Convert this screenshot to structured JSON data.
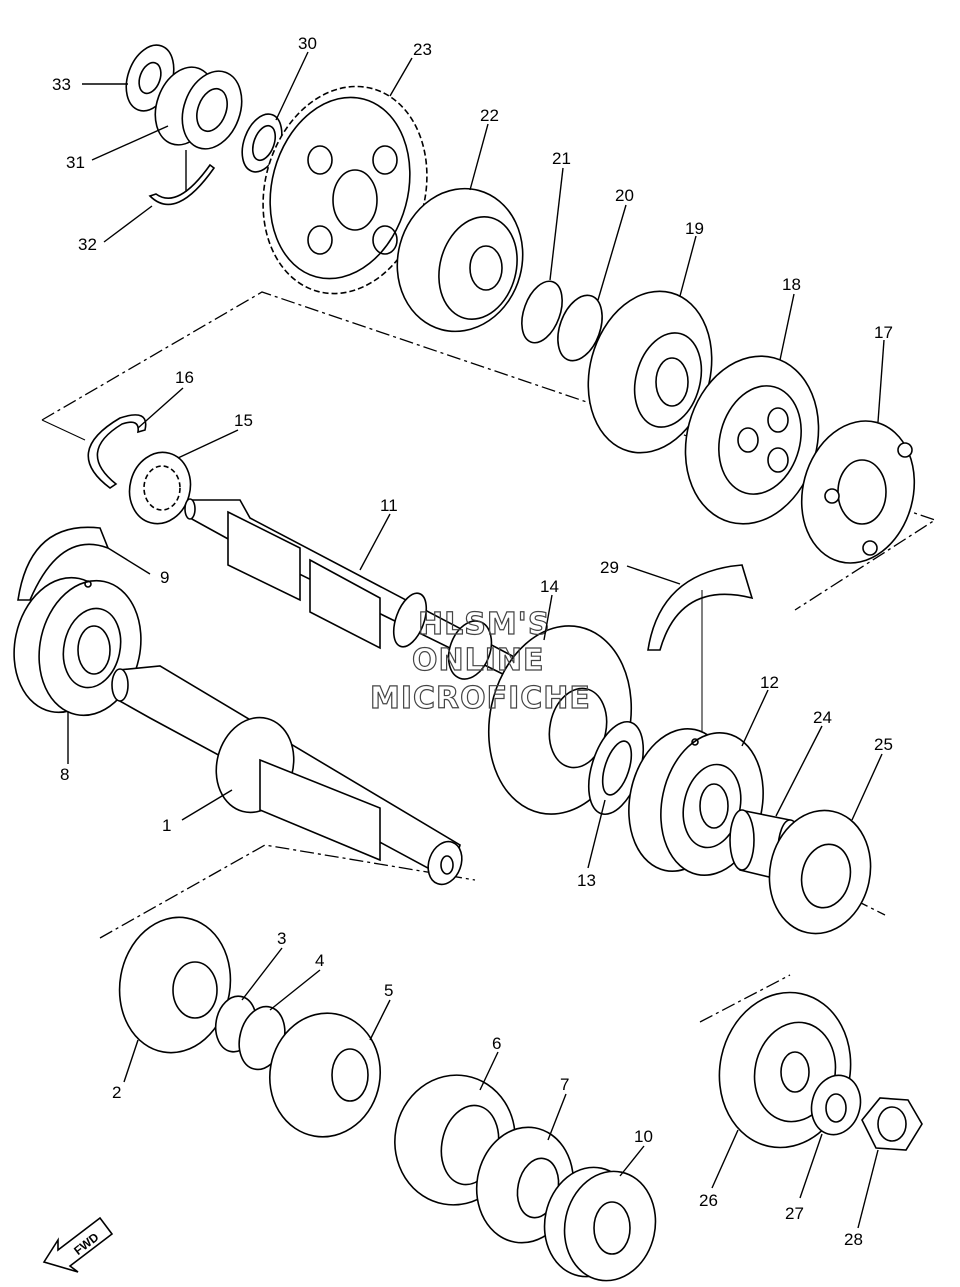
{
  "diagram": {
    "watermark": [
      "HLSM'S",
      "ONLINE",
      "MICROFICHE"
    ],
    "fwd_label": "FWD",
    "callouts": [
      "1",
      "2",
      "3",
      "4",
      "5",
      "6",
      "7",
      "8",
      "9",
      "10",
      "11",
      "12",
      "13",
      "14",
      "15",
      "16",
      "17",
      "18",
      "19",
      "20",
      "21",
      "22",
      "23",
      "24",
      "25",
      "26",
      "27",
      "28",
      "29",
      "30",
      "31",
      "32",
      "33"
    ]
  }
}
